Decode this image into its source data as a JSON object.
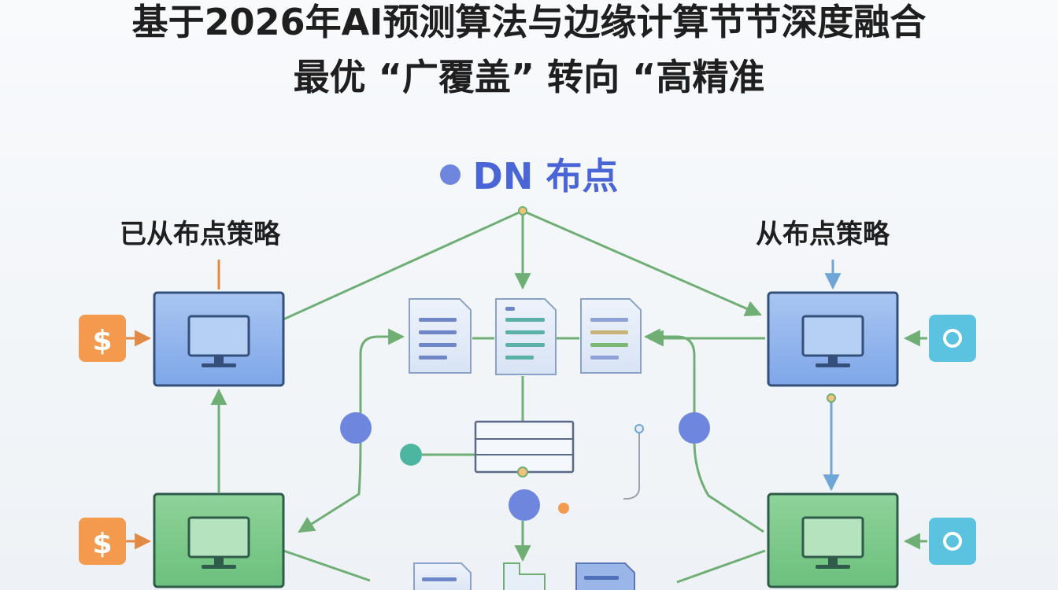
{
  "title": {
    "line1": "基于2026年AI预测算法与边缘计算节节深度融合",
    "line2": "最优 “广覆盖” 转向 “高精准"
  },
  "header": {
    "label": "DN 布点"
  },
  "left_group": {
    "label": "已从布点策略"
  },
  "right_group": {
    "label": "从布点策略"
  },
  "icons": {
    "left": [
      "dollar-icon",
      "dollar-icon"
    ],
    "right": [
      "target-icon",
      "target-icon"
    ]
  },
  "colors": {
    "green_line": "#6fae74",
    "blue_node": "#6f86de",
    "teal_node": "#4db6a1",
    "orange": "#f39a4e",
    "cyan": "#5bc3df"
  }
}
